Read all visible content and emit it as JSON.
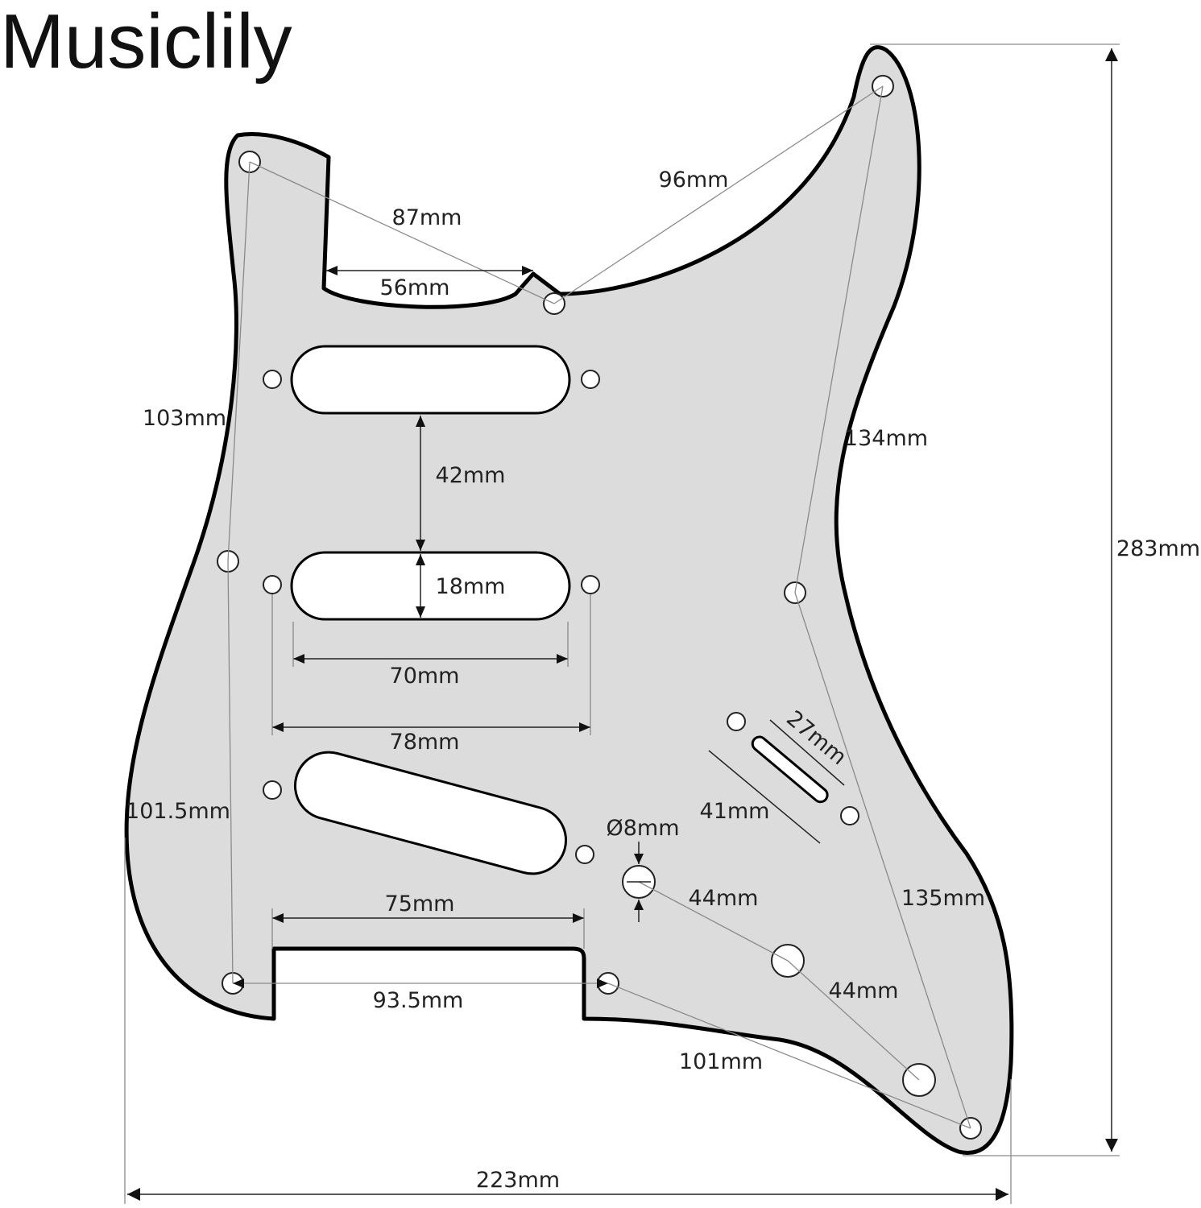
{
  "brand": {
    "name": "Musiclily"
  },
  "dimensions": {
    "overall_width": "223mm",
    "overall_height": "283mm",
    "neck_pocket_width": "56mm",
    "upper_left_to_center_screw": "87mm",
    "center_to_horn_screw": "96mm",
    "left_upper_screws": "103mm",
    "left_lower_screws": "101.5mm",
    "right_upper_screws": "134mm",
    "right_lower_screws": "135mm",
    "pickup_spacing": "42mm",
    "pickup_height": "18mm",
    "pickup_length": "70mm",
    "pickup_screw_spacing": "78mm",
    "bottom_cutout_width": "75mm",
    "bottom_screw_spacing": "93.5mm",
    "bottom_right_screws": "101mm",
    "switch_slot_length": "27mm",
    "switch_screw_spacing": "41mm",
    "pot_hole_diameter": "Ø8mm",
    "pot_spacing_1": "44mm",
    "pot_spacing_2": "44mm"
  },
  "colors": {
    "pickguard_fill": "#dcdcdc",
    "outline": "#000000",
    "dimension_line": "#8a8a8a"
  }
}
